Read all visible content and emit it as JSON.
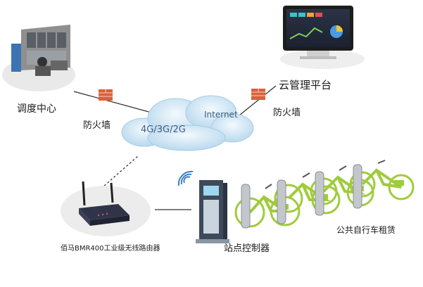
{
  "labels": {
    "dispatch_center": "调度中心",
    "firewall_left": "防火墙",
    "firewall_right": "防火墙",
    "cloud_platform": "云管理平台",
    "network": "4G/3G/2G",
    "internet": "Internet",
    "router": "佰马BMR400工业级无线路由器",
    "station_controller": "站点控制器",
    "public_bike": "公共自行车租赁"
  },
  "colors": {
    "cloud": "#cfe6f5",
    "firewall": "#d9603b",
    "bike_frame": "#9fcc3b",
    "router_body": "#3a3f57",
    "station_body": "#3e4a5a"
  },
  "icons": [
    "dispatch-room-icon",
    "monitor-icon",
    "firewall-icon",
    "cloud-icon",
    "router-icon",
    "signal-icon",
    "station-icon",
    "bike-icon"
  ]
}
